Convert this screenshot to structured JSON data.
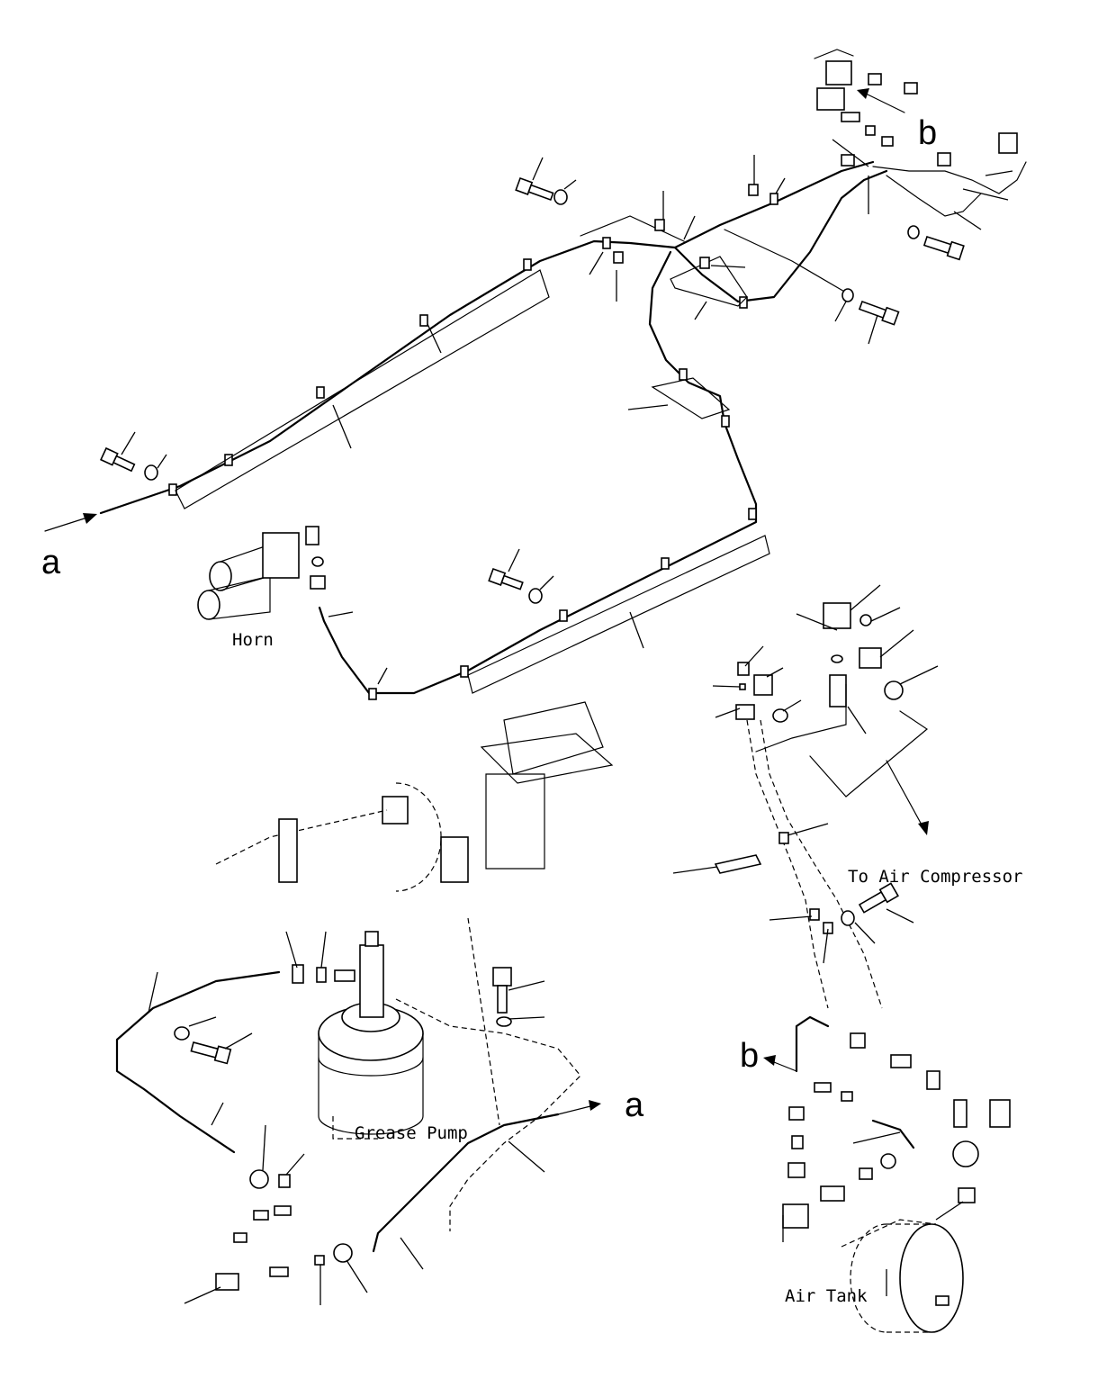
{
  "labels": {
    "horn": "Horn",
    "grease_pump": "Grease Pump",
    "to_air_compressor": "To Air Compressor",
    "air_tank": "Air Tank"
  },
  "markers": {
    "a_left": "a",
    "a_right": "a",
    "b_top": "b",
    "b_lower": "b"
  },
  "colors": {
    "ink": "#000000",
    "paper": "#ffffff"
  }
}
